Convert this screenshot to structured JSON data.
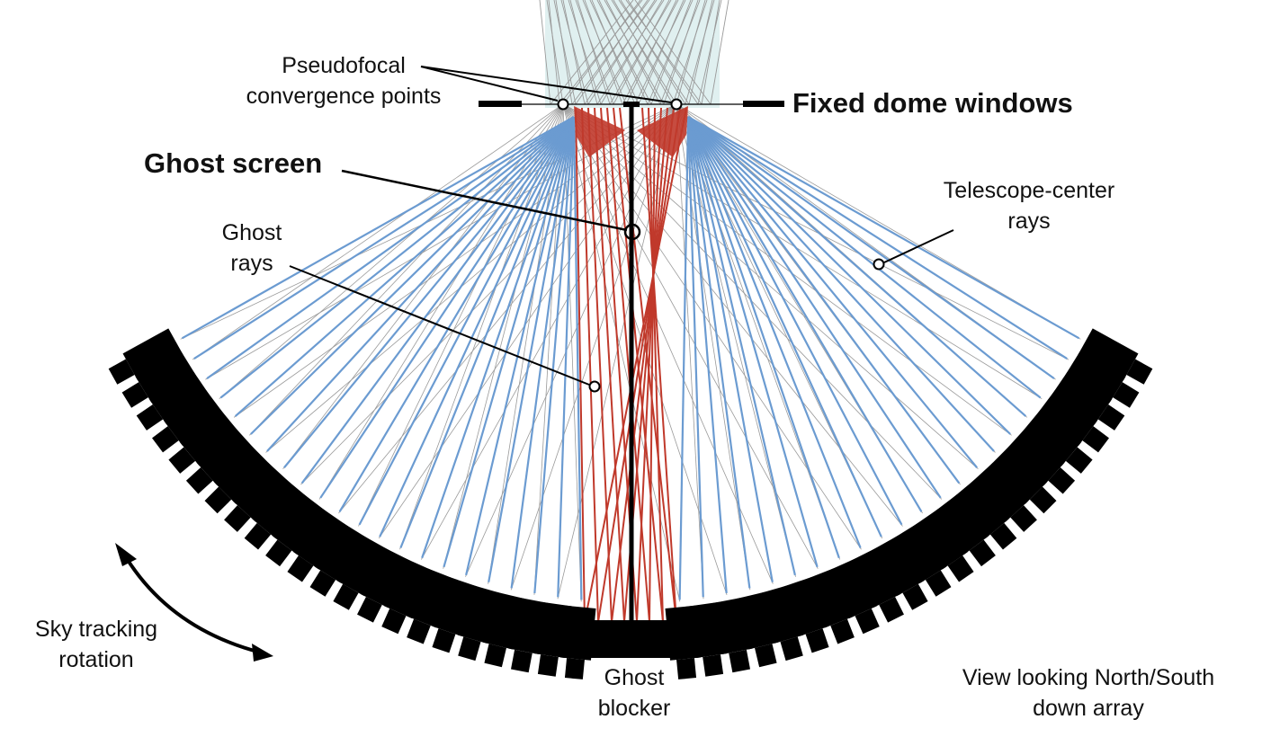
{
  "labels": {
    "pseudofocal": [
      "Pseudofocal",
      "convergence points"
    ],
    "fixed_dome_windows": "Fixed dome windows",
    "ghost_screen": "Ghost screen",
    "ghost_rays": [
      "Ghost",
      "rays"
    ],
    "telescope_center_rays": [
      "Telescope-center",
      "rays"
    ],
    "sky_tracking_rotation": [
      "Sky tracking",
      "rotation"
    ],
    "ghost_blocker": [
      "Ghost",
      "blocker"
    ],
    "view_direction": [
      "View looking North/South",
      "down array"
    ]
  },
  "colors": {
    "telescope_ray": "#6b9bd1",
    "ghost_ray": "#c0392b",
    "ghost_ray_fill": "#c0392b",
    "gray_ray": "#9a9a9a",
    "upper_fill": "#d8ecec",
    "structure": "#000000"
  },
  "array": {
    "telescopes_per_side": 22
  }
}
